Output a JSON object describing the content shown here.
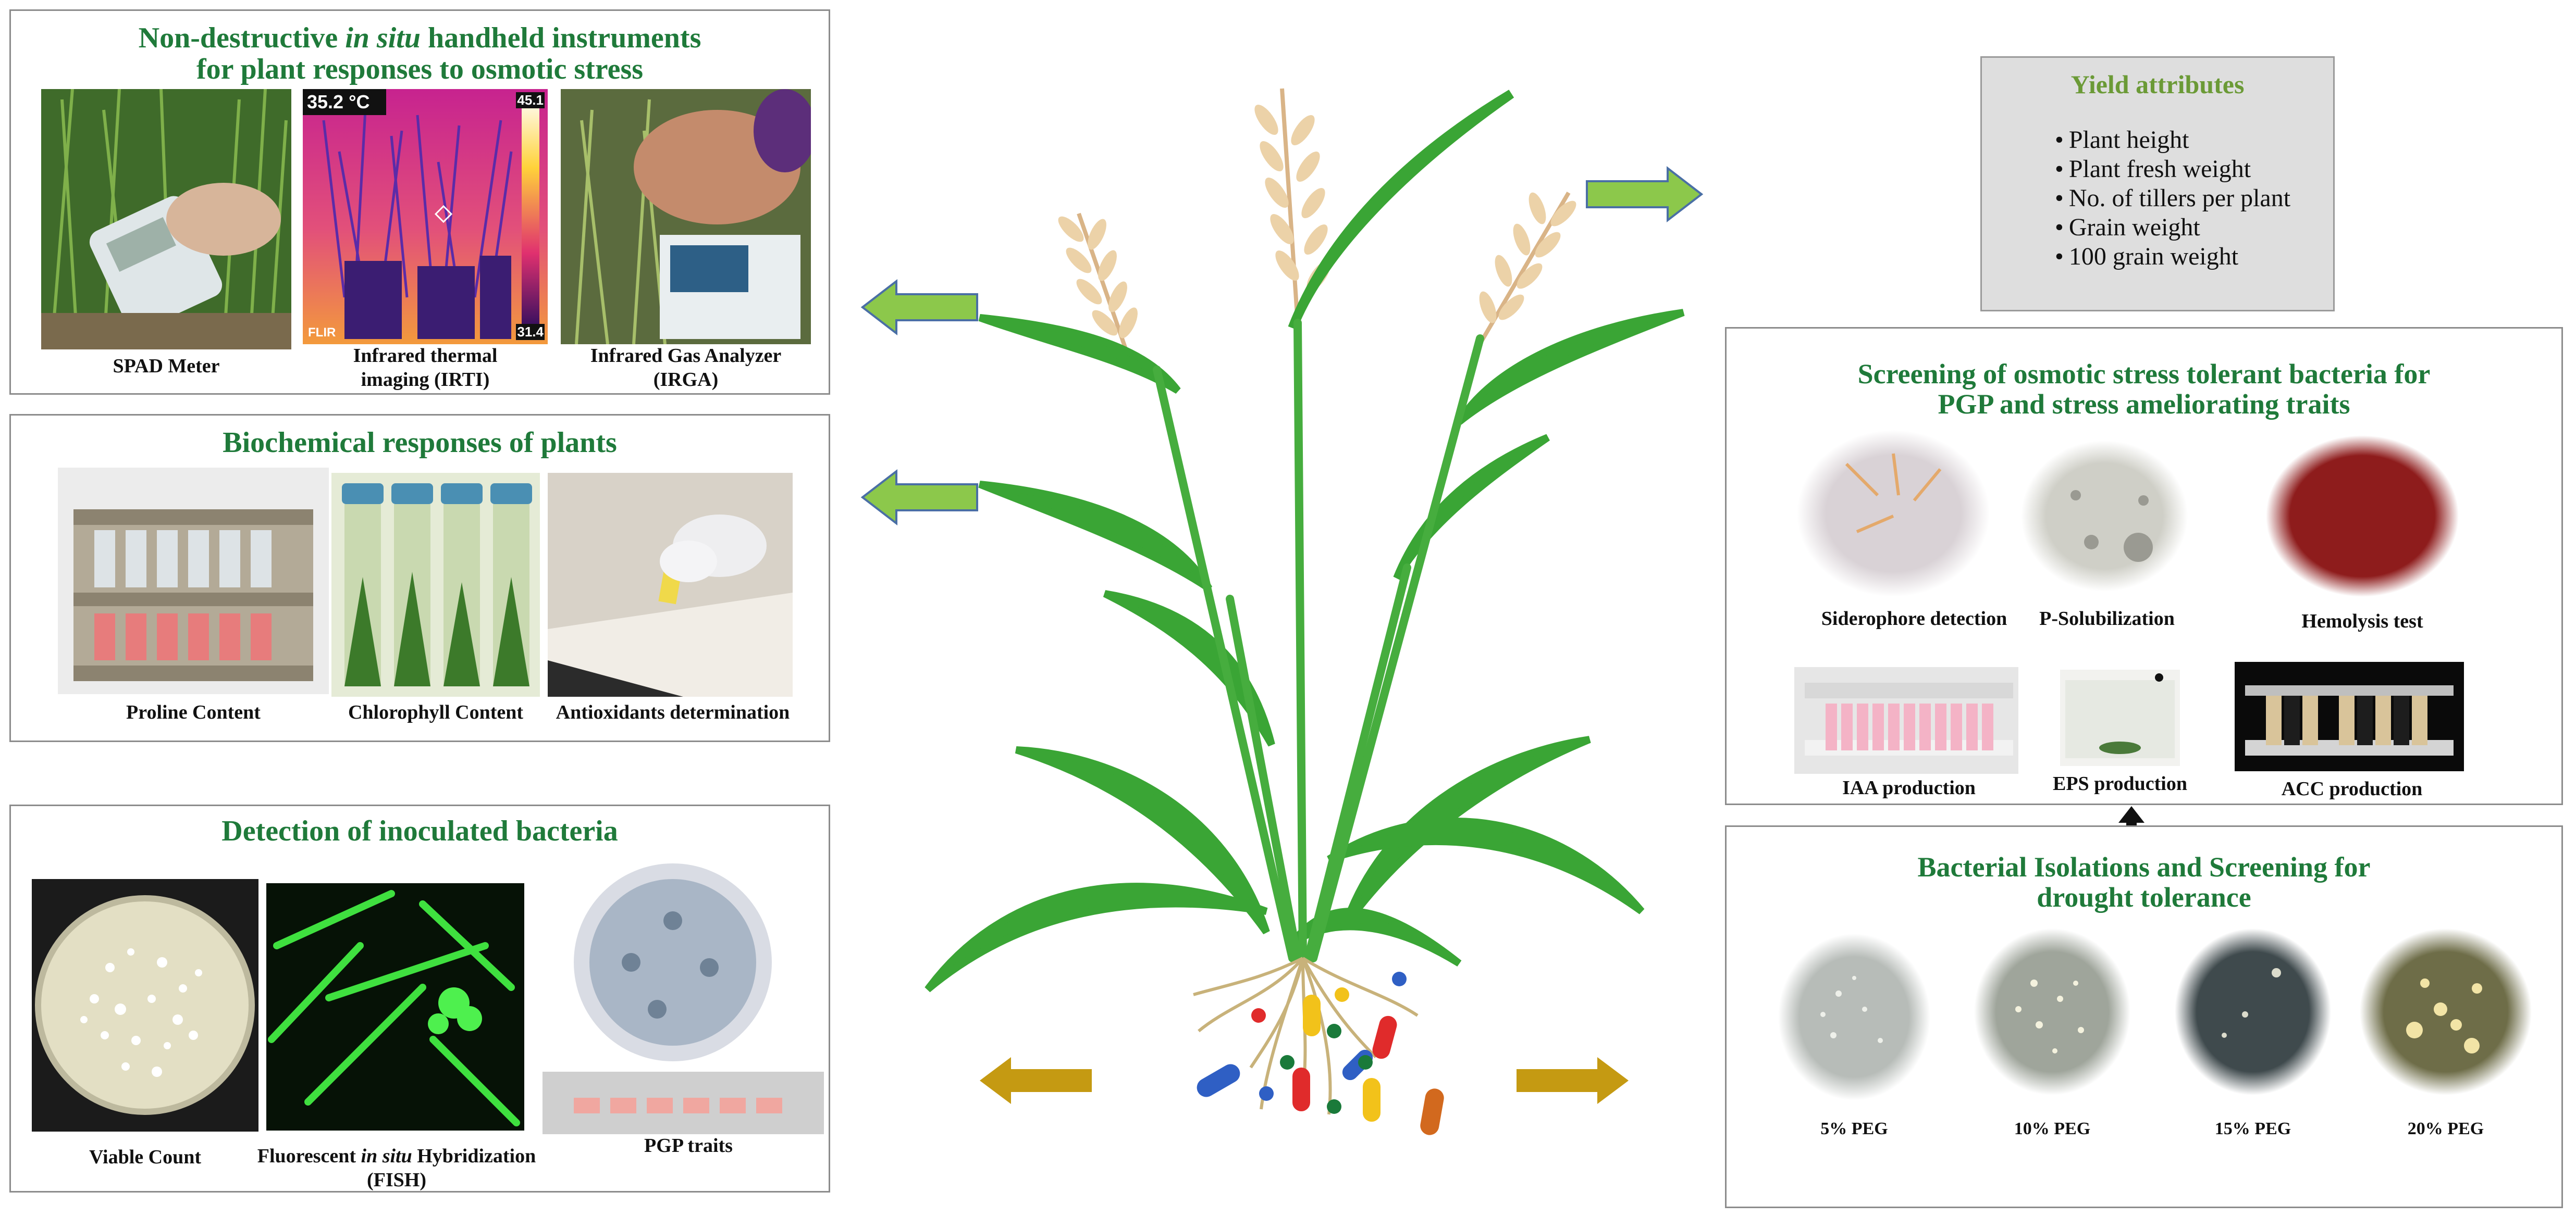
{
  "colors": {
    "title_green": "#1f7a3a",
    "yield_title_green": "#6b9a36",
    "arrow_green": "#8cc84b",
    "arrow_gold": "#c59a12",
    "leaf_green": "#3aa535",
    "grain_tan": "#e7c79a",
    "root_tan": "#c8b27a"
  },
  "panels": {
    "instruments": {
      "title_line1_pre": "Non-destructive ",
      "title_line1_em": "in situ",
      "title_line1_post": " handheld instruments",
      "title_line2": "for plant responses to osmotic stress",
      "items": [
        {
          "caption": "SPAD Meter",
          "icon": "spad-meter-photo"
        },
        {
          "caption_line1": "Infrared thermal",
          "caption_line2": "imaging (IRTI)",
          "icon": "thermal-image-photo",
          "readout_temp": "35.2 °C",
          "readout_max": "45.1",
          "readout_min": "31.4",
          "brand": "FLIR"
        },
        {
          "caption_line1": "Infrared Gas Analyzer",
          "caption_line2": "(IRGA)",
          "icon": "gas-analyzer-photo"
        }
      ]
    },
    "biochemical": {
      "title": "Biochemical responses of plants",
      "items": [
        {
          "caption": "Proline Content",
          "icon": "proline-tubes-photo"
        },
        {
          "caption": "Chlorophyll Content",
          "icon": "chlorophyll-tubes-photo"
        },
        {
          "caption": "Antioxidants determination",
          "icon": "antioxidant-vial-photo"
        }
      ]
    },
    "detection": {
      "title": "Detection of inoculated bacteria",
      "items": [
        {
          "caption": "Viable Count",
          "icon": "petri-dish-photo"
        },
        {
          "caption_line1_pre": "Fluorescent ",
          "caption_line1_em": "in situ",
          "caption_line1_post": " Hybridization",
          "caption_line2": "(FISH)",
          "icon": "fish-microscopy-photo"
        },
        {
          "caption": "PGP traits",
          "icon": "pgp-plate-photo"
        }
      ]
    },
    "yield": {
      "title": "Yield attributes",
      "items": [
        "Plant height",
        "Plant fresh weight",
        "No. of tillers per plant",
        "Grain weight",
        "100 grain weight"
      ]
    },
    "screening": {
      "title_line1": "Screening of osmotic stress tolerant bacteria for",
      "title_line2": "PGP and stress ameliorating traits",
      "row1": [
        {
          "caption": "Siderophore detection",
          "icon": "siderophore-plate-photo"
        },
        {
          "caption": "P-Solubilization",
          "icon": "p-solubilization-plate-photo"
        },
        {
          "caption": "Hemolysis test",
          "icon": "hemolysis-plate-photo"
        }
      ],
      "row2": [
        {
          "caption": "IAA production",
          "icon": "iaa-tubes-photo"
        },
        {
          "caption": "EPS production",
          "icon": "eps-tube-photo"
        },
        {
          "caption": "ACC production",
          "icon": "acc-tubes-photo"
        }
      ]
    },
    "isolation": {
      "title_line1": "Bacterial Isolations and Screening for",
      "title_line2": "drought tolerance",
      "plates": [
        "5% PEG",
        "10% PEG",
        "15% PEG",
        "20% PEG"
      ]
    }
  }
}
